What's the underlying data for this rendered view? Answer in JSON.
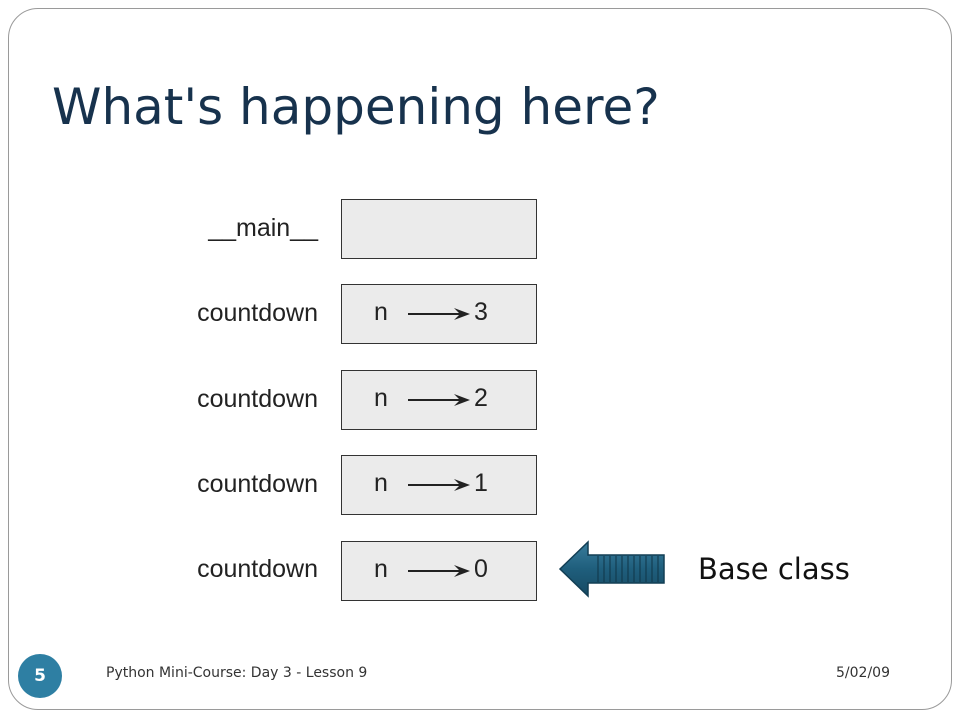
{
  "slide": {
    "title": "What's happening here?",
    "annotation": "Base class",
    "slide_number": "5",
    "footer_course": "Python Mini-Course: Day 3 - Lesson 9",
    "footer_date": "5/02/09"
  },
  "stack_frames": [
    {
      "label": "__main__",
      "var": "",
      "value": ""
    },
    {
      "label": "countdown",
      "var": "n",
      "value": "3"
    },
    {
      "label": "countdown",
      "var": "n",
      "value": "2"
    },
    {
      "label": "countdown",
      "var": "n",
      "value": "1"
    },
    {
      "label": "countdown",
      "var": "n",
      "value": "0"
    }
  ],
  "colors": {
    "title": "#17324d",
    "frame_fill": "#ebebeb",
    "pointer_arrow": "#1f5e7c",
    "slide_number_circle": "#2e7fa3"
  },
  "icons": {
    "pointer": "left-arrow-icon",
    "binding": "right-arrow-icon"
  }
}
